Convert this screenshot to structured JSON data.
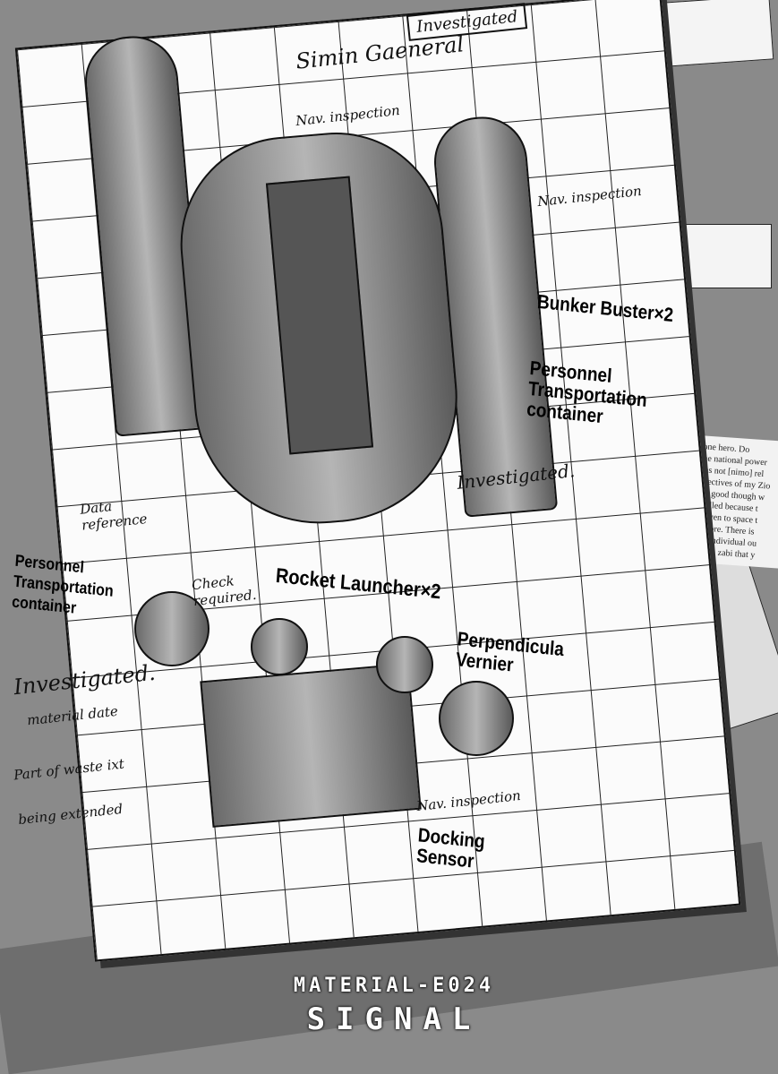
{
  "labels": {
    "bunker_buster": "Bunker Buster×2",
    "personnel_right": "Personnel Transportation container",
    "rocket_launcher": "Rocket Launcher×2",
    "perpendicular_vernier": "Perpendicula Vernier",
    "docking_sensor": "Docking Sensor",
    "personnel_left": "Personnel Transportation container"
  },
  "handwriting": {
    "investigated_box": "Investigated",
    "signature": "Simin Gaeneral",
    "nav_inspection_top": "Nav. inspection",
    "nav_inspection_right": "Nav. inspection",
    "nav_inspection_bottom": "Nav. inspection",
    "investigated_right": "Investigated.",
    "data_reference": "Data reference",
    "check_required": "Check required.",
    "investigated_left": "Investigated.",
    "note_1": "material date",
    "note_2": "Part of waste ixt",
    "note_3": "being extended"
  },
  "side_page_text": [
    "t one hero. Do",
    "The national power",
    "Was not [nimo] rel",
    "objectives of my Zio",
    "It is good though w",
    "recalled because t",
    "up even to space t",
    "or more. There is",
    "race individual ou",
    "Garma zabi that y"
  ],
  "caption": {
    "material": "MATERIAL-E024",
    "title": "SIGNAL"
  }
}
